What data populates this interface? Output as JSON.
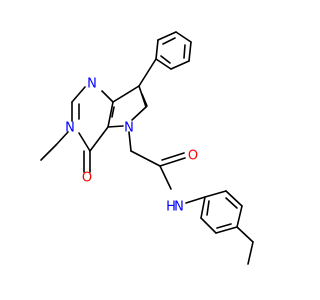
{
  "atoms": {
    "n_pyrimidine_top": {
      "label": "N",
      "color": "#0000ff"
    },
    "n_pyrimidine_ethyl": {
      "label": "N",
      "color": "#0000ff"
    },
    "o_ring_carbonyl": {
      "label": "O",
      "color": "#ff0000"
    },
    "n_pyrrole": {
      "label": "N",
      "color": "#0000ff"
    },
    "o_amide": {
      "label": "O",
      "color": "#ff0000"
    },
    "n_amide": {
      "label": "N",
      "color": "#0000ff"
    },
    "h_amide": {
      "label": "H",
      "color": "#0000ff"
    }
  },
  "colors": {
    "bond": "#000000",
    "background": "#ffffff"
  }
}
